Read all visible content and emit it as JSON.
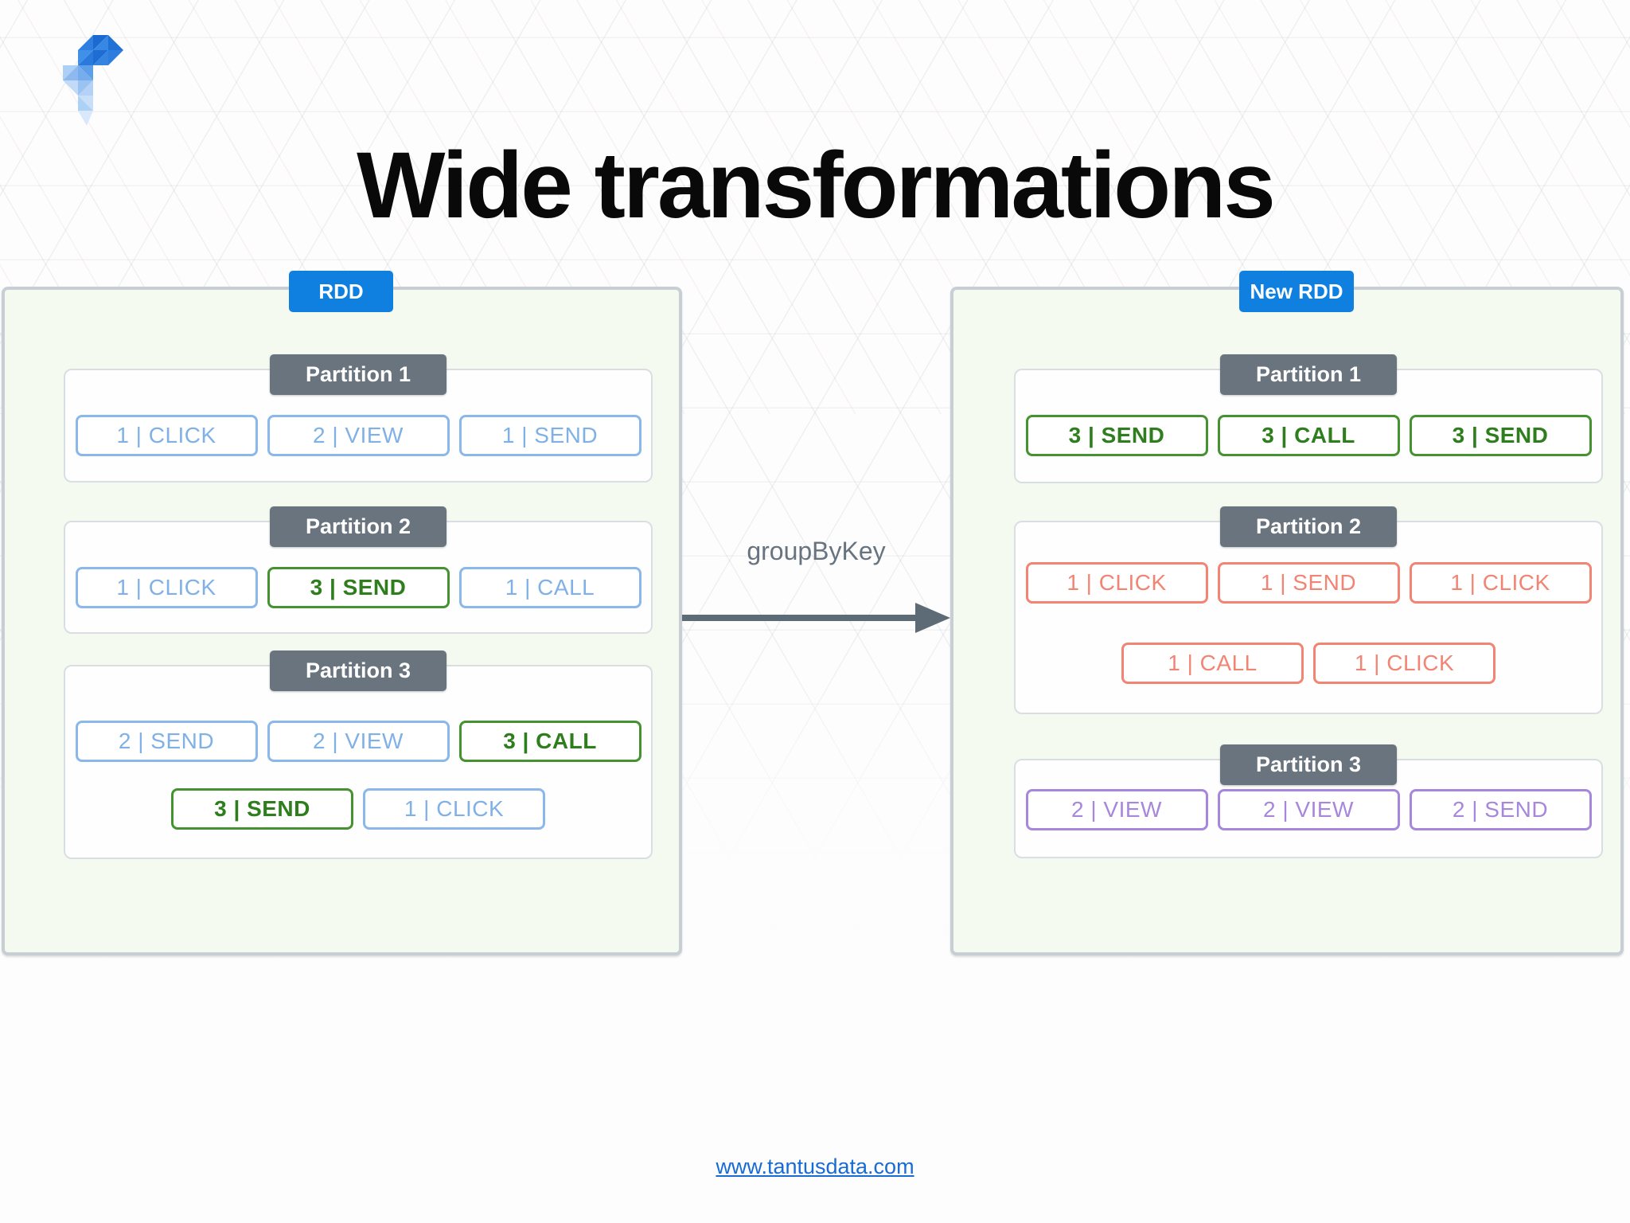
{
  "page": {
    "title": "Wide transformations",
    "transform_label": "groupByKey",
    "footer_link": "www.tantusdata.com"
  },
  "left": {
    "badge": "RDD",
    "partitions": [
      {
        "label": "Partition 1",
        "rows": [
          [
            "1 | CLICK",
            "2 | VIEW",
            "1 | SEND"
          ]
        ]
      },
      {
        "label": "Partition 2",
        "rows": [
          [
            "1 | CLICK",
            "3 | SEND",
            "1 | CALL"
          ]
        ]
      },
      {
        "label": "Partition 3",
        "rows": [
          [
            "2 | SEND",
            "2 | VIEW",
            "3 | CALL"
          ],
          [
            "3 | SEND",
            "1 | CLICK"
          ]
        ]
      }
    ]
  },
  "right": {
    "badge": "New RDD",
    "partitions": [
      {
        "label": "Partition 1",
        "rows": [
          [
            "3 | SEND",
            "3 | CALL",
            "3 | SEND"
          ]
        ]
      },
      {
        "label": "Partition 2",
        "rows": [
          [
            "1 | CLICK",
            "1 | SEND",
            "1 | CLICK"
          ],
          [
            "1 | CALL",
            "1 | CLICK"
          ]
        ]
      },
      {
        "label": "Partition 3",
        "rows": [
          [
            "2 | VIEW",
            "2 | VIEW",
            "2 | SEND"
          ]
        ]
      }
    ]
  },
  "colors": {
    "badge_blue": "#0f80e0",
    "partition_header_gray": "#6a747e",
    "panel_bg_green": "#f5faf1",
    "record_blue": "#80b1e6",
    "record_green": "#2f7e1e",
    "record_coral": "#f28474",
    "record_purple": "#a787dc",
    "arrow_gray": "#5d6b77",
    "link_blue": "#176bd4"
  }
}
